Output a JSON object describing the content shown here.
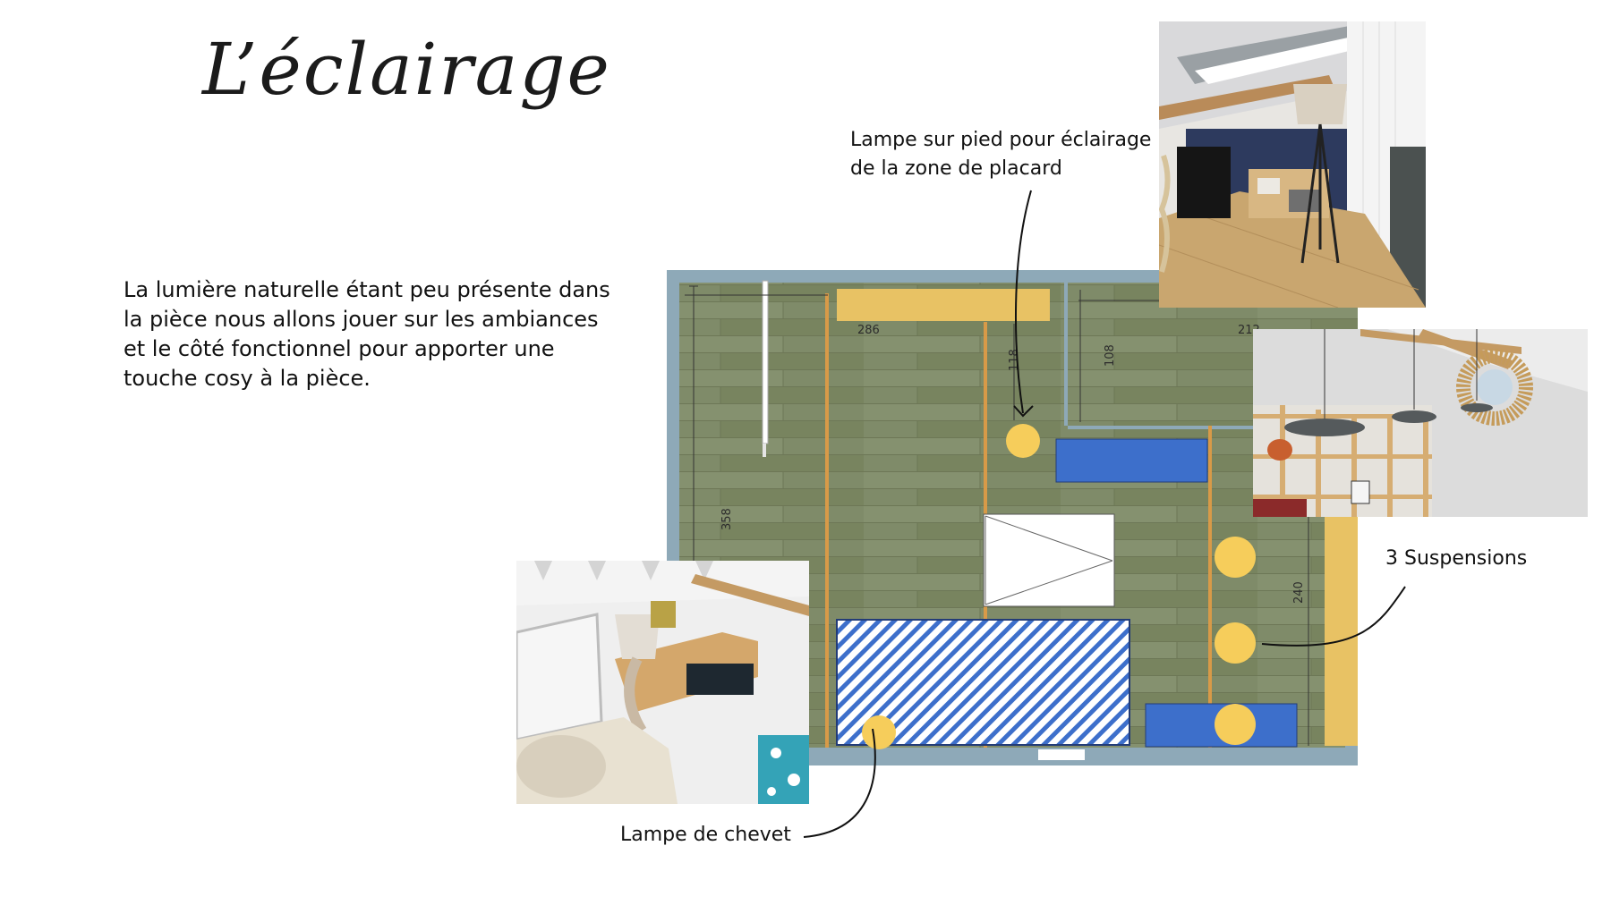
{
  "title": "L’éclairage",
  "intro": "La lumière naturelle étant peu présente dans la pièce nous allons jouer sur les ambiances et le côté fonctionnel pour apporter une touche cosy à la pièce.",
  "callouts": {
    "floor_lamp_line1": "Lampe sur pied pour éclairage",
    "floor_lamp_line2": "de la zone de placard",
    "suspensions": "3 Suspensions",
    "bedside": "Lampe de chevet"
  },
  "plan": {
    "dimensions": {
      "d286": "286",
      "d118": "118",
      "d108": "108",
      "d212": "212",
      "d358": "358",
      "d240": "240"
    }
  },
  "colors": {
    "light": "#f6cd5b",
    "wall": "#8ea9b8",
    "floor": "#7f8b69",
    "furniture_blue": "#3d6fcb",
    "beam": "#d89a48"
  },
  "icons": [
    "floor-lamp-render",
    "pendant-render",
    "bedside-lamp-render"
  ]
}
